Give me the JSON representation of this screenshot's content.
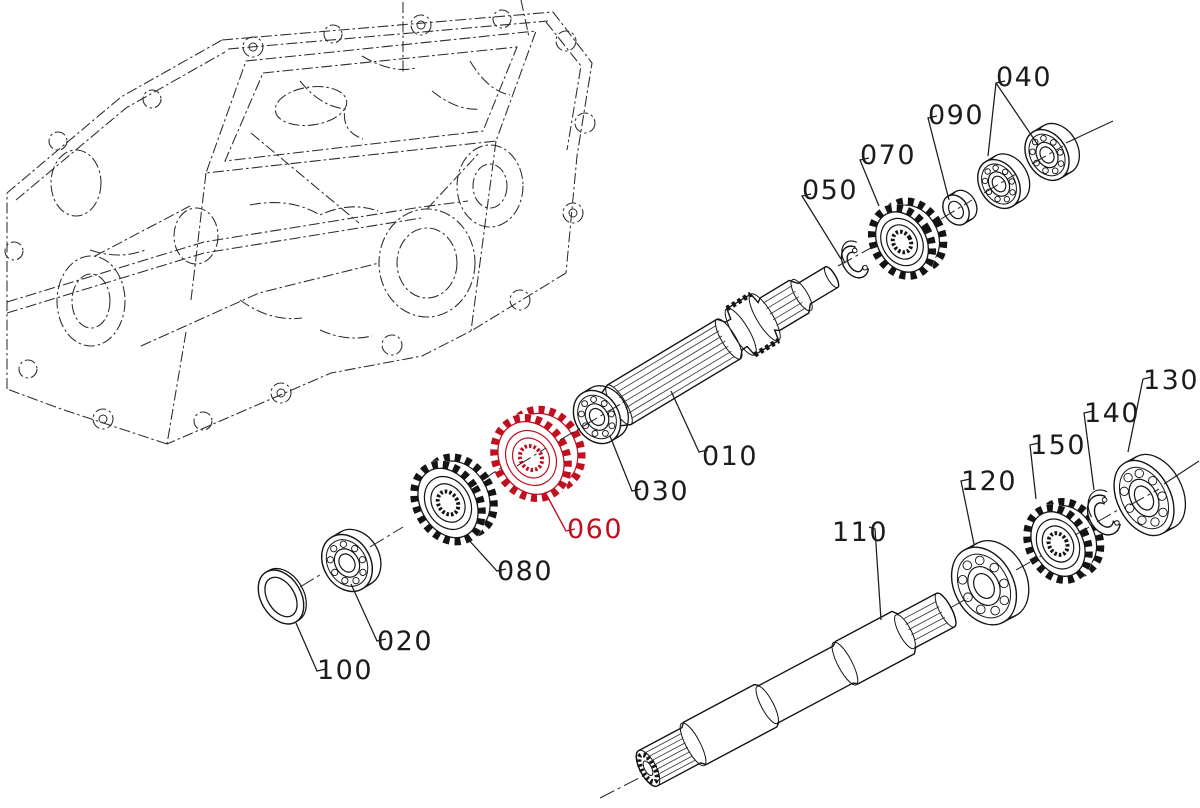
{
  "diagram": {
    "type": "exploded-parts-diagram",
    "highlighted_part": "060",
    "colors": {
      "line": "#1c1c1c",
      "highlight": "#c01020",
      "background": "#ffffff"
    },
    "callouts": [
      {
        "label": "010",
        "highlighted": false
      },
      {
        "label": "020",
        "highlighted": false
      },
      {
        "label": "030",
        "highlighted": false
      },
      {
        "label": "040",
        "highlighted": false
      },
      {
        "label": "050",
        "highlighted": false
      },
      {
        "label": "060",
        "highlighted": true
      },
      {
        "label": "070",
        "highlighted": false
      },
      {
        "label": "080",
        "highlighted": false
      },
      {
        "label": "090",
        "highlighted": false
      },
      {
        "label": "100",
        "highlighted": false
      },
      {
        "label": "110",
        "highlighted": false
      },
      {
        "label": "120",
        "highlighted": false
      },
      {
        "label": "130",
        "highlighted": false
      },
      {
        "label": "140",
        "highlighted": false
      },
      {
        "label": "150",
        "highlighted": false
      }
    ]
  }
}
